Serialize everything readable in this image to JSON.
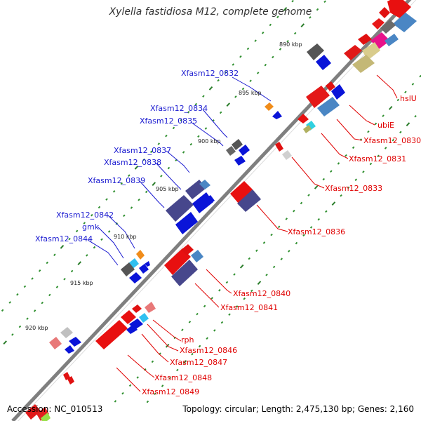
{
  "title": "Xylella fastidiosa M12, complete genome",
  "accession": "Accession: NC_010513",
  "summary": "Topology: circular; Length: 2,475,130 bp; Genes: 2,160",
  "colors": {
    "backbone": "#7f7f7f",
    "left_label": "#1a1ad0",
    "right_label": "#e00000",
    "tick": "#2f8f2f",
    "ruler": "#2a7d2a"
  },
  "scale_labels": [
    "890 kbp",
    "895 kbp",
    "900 kbp",
    "905 kbp",
    "910 kbp",
    "915 kbp",
    "920 kbp"
  ],
  "left_genes": [
    "Xfasm12_0832",
    "Xfasm12_0834",
    "Xfasm12_0835",
    "Xfasm12_0837",
    "Xfasm12_0838",
    "Xfasm12_0839",
    "Xfasm12_0842",
    "gmk",
    "Xfasm12_0844"
  ],
  "right_genes": [
    "hslU",
    "ubiE",
    "Xfasm12_0830",
    "Xfasm12_0831",
    "Xfasm12_0833",
    "Xfasm12_0836",
    "Xfasm12_0840",
    "Xfasm12_0841",
    "rph",
    "Xfasm12_0846",
    "Xfasm12_0847",
    "Xfasm12_0848",
    "Xfasm12_0849"
  ]
}
